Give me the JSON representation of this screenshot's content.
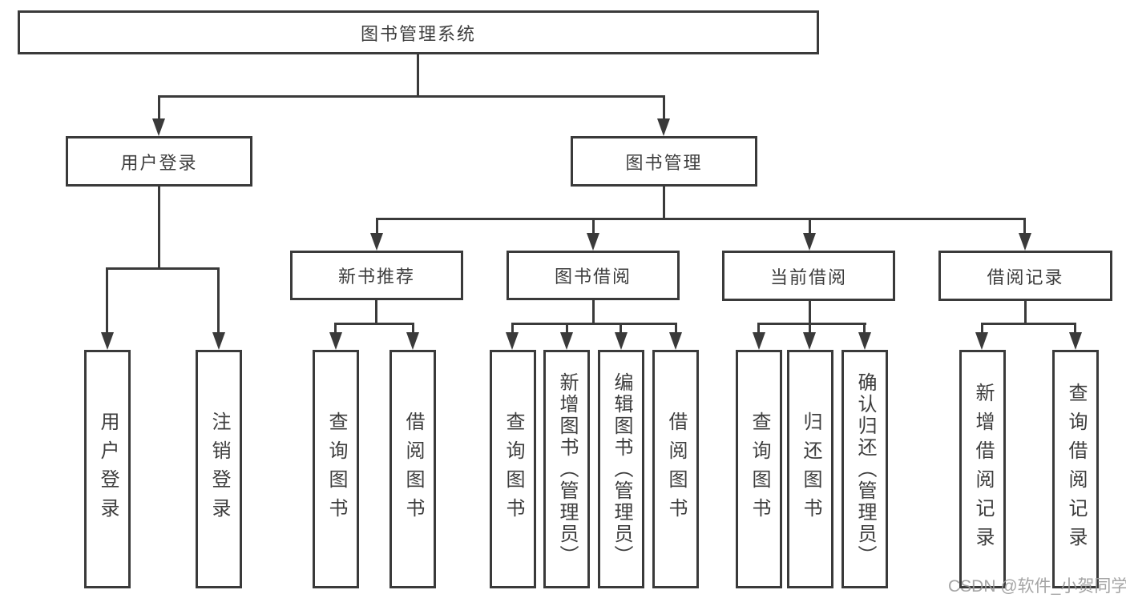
{
  "diagram_title": "图书管理系统",
  "colors": {
    "line": "#3a3a3a",
    "text": "#3d3d3d",
    "background": "#ffffff",
    "watermark": "#9b9b9b"
  },
  "watermark": {
    "text": "CSDN @软件_小贺同学"
  },
  "tree": {
    "root": {
      "label": "图书管理系统"
    },
    "level2": [
      {
        "label": "用户登录"
      },
      {
        "label": "图书管理"
      }
    ],
    "level3": [
      {
        "label": "新书推荐"
      },
      {
        "label": "图书借阅"
      },
      {
        "label": "当前借阅"
      },
      {
        "label": "借阅记录"
      }
    ],
    "leaves": {
      "user_login": [
        "用户登录",
        "注销登录"
      ],
      "new_book_recommend": [
        "查询图书",
        "借阅图书"
      ],
      "book_borrow": [
        "查询图书",
        "新增图书（管理员）",
        "编辑图书（管理员）",
        "借阅图书"
      ],
      "current_borrow": [
        "查询图书",
        "归还图书",
        "确认归还（管理员）"
      ],
      "borrow_record": [
        "新增借阅记录",
        "查询借阅记录"
      ]
    }
  }
}
